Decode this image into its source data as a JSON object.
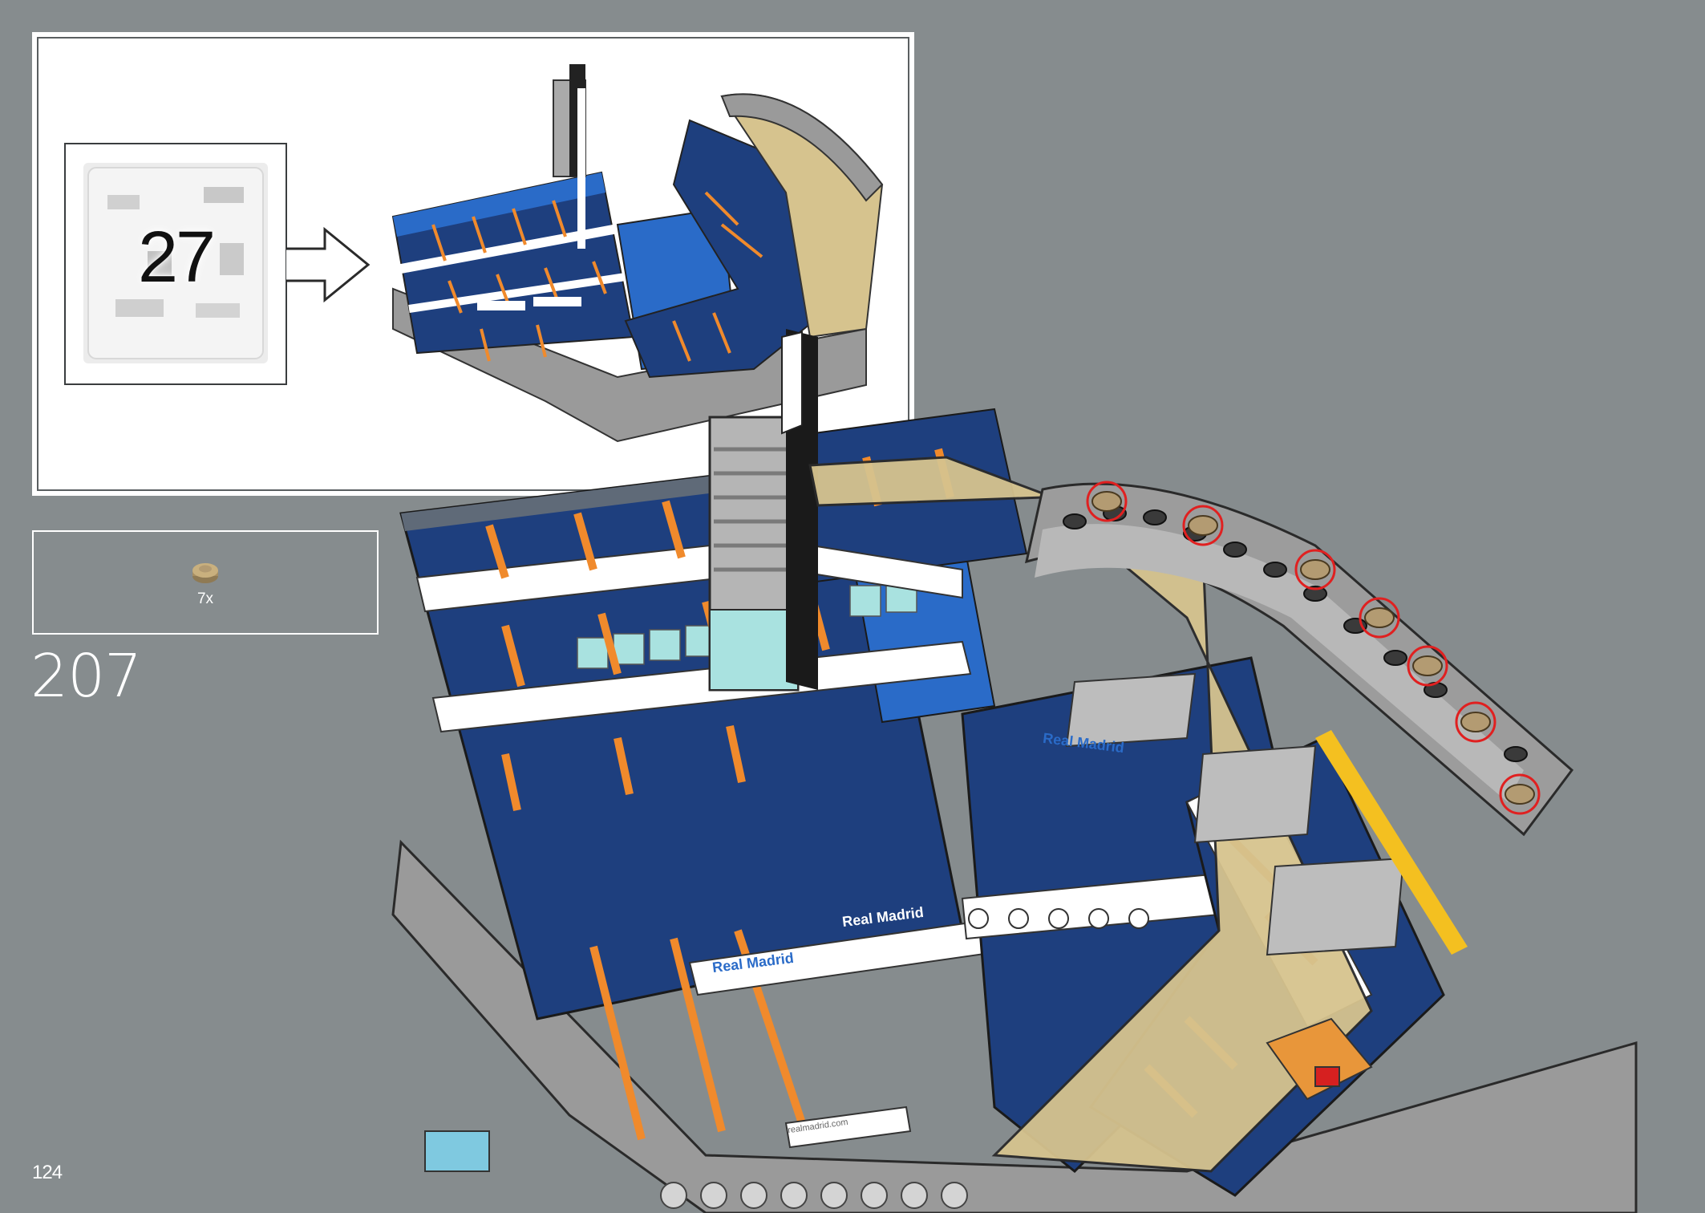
{
  "inset": {
    "bag_number": "27"
  },
  "parts_list": {
    "items": [
      {
        "quantity": "7x",
        "part_icon": "round-plate-1x1-tan-icon",
        "color": "#b39b72"
      }
    ]
  },
  "step": {
    "number": "207"
  },
  "model_labels": {
    "banner_1": "Real Madrid",
    "banner_2": "Real Madrid",
    "banner_3": "Real Madrid",
    "banner_4": "realmadrid.com"
  },
  "footer": {
    "page_number": "124"
  },
  "colors": {
    "background": "#868c8e",
    "seat_blue": "#1e3f7e",
    "stand_blue": "#2a6bc8",
    "stripe_orange": "#f08a2c",
    "tan": "#d6c38e",
    "grey": "#9a9a9a",
    "highlight_red": "#e02020"
  }
}
